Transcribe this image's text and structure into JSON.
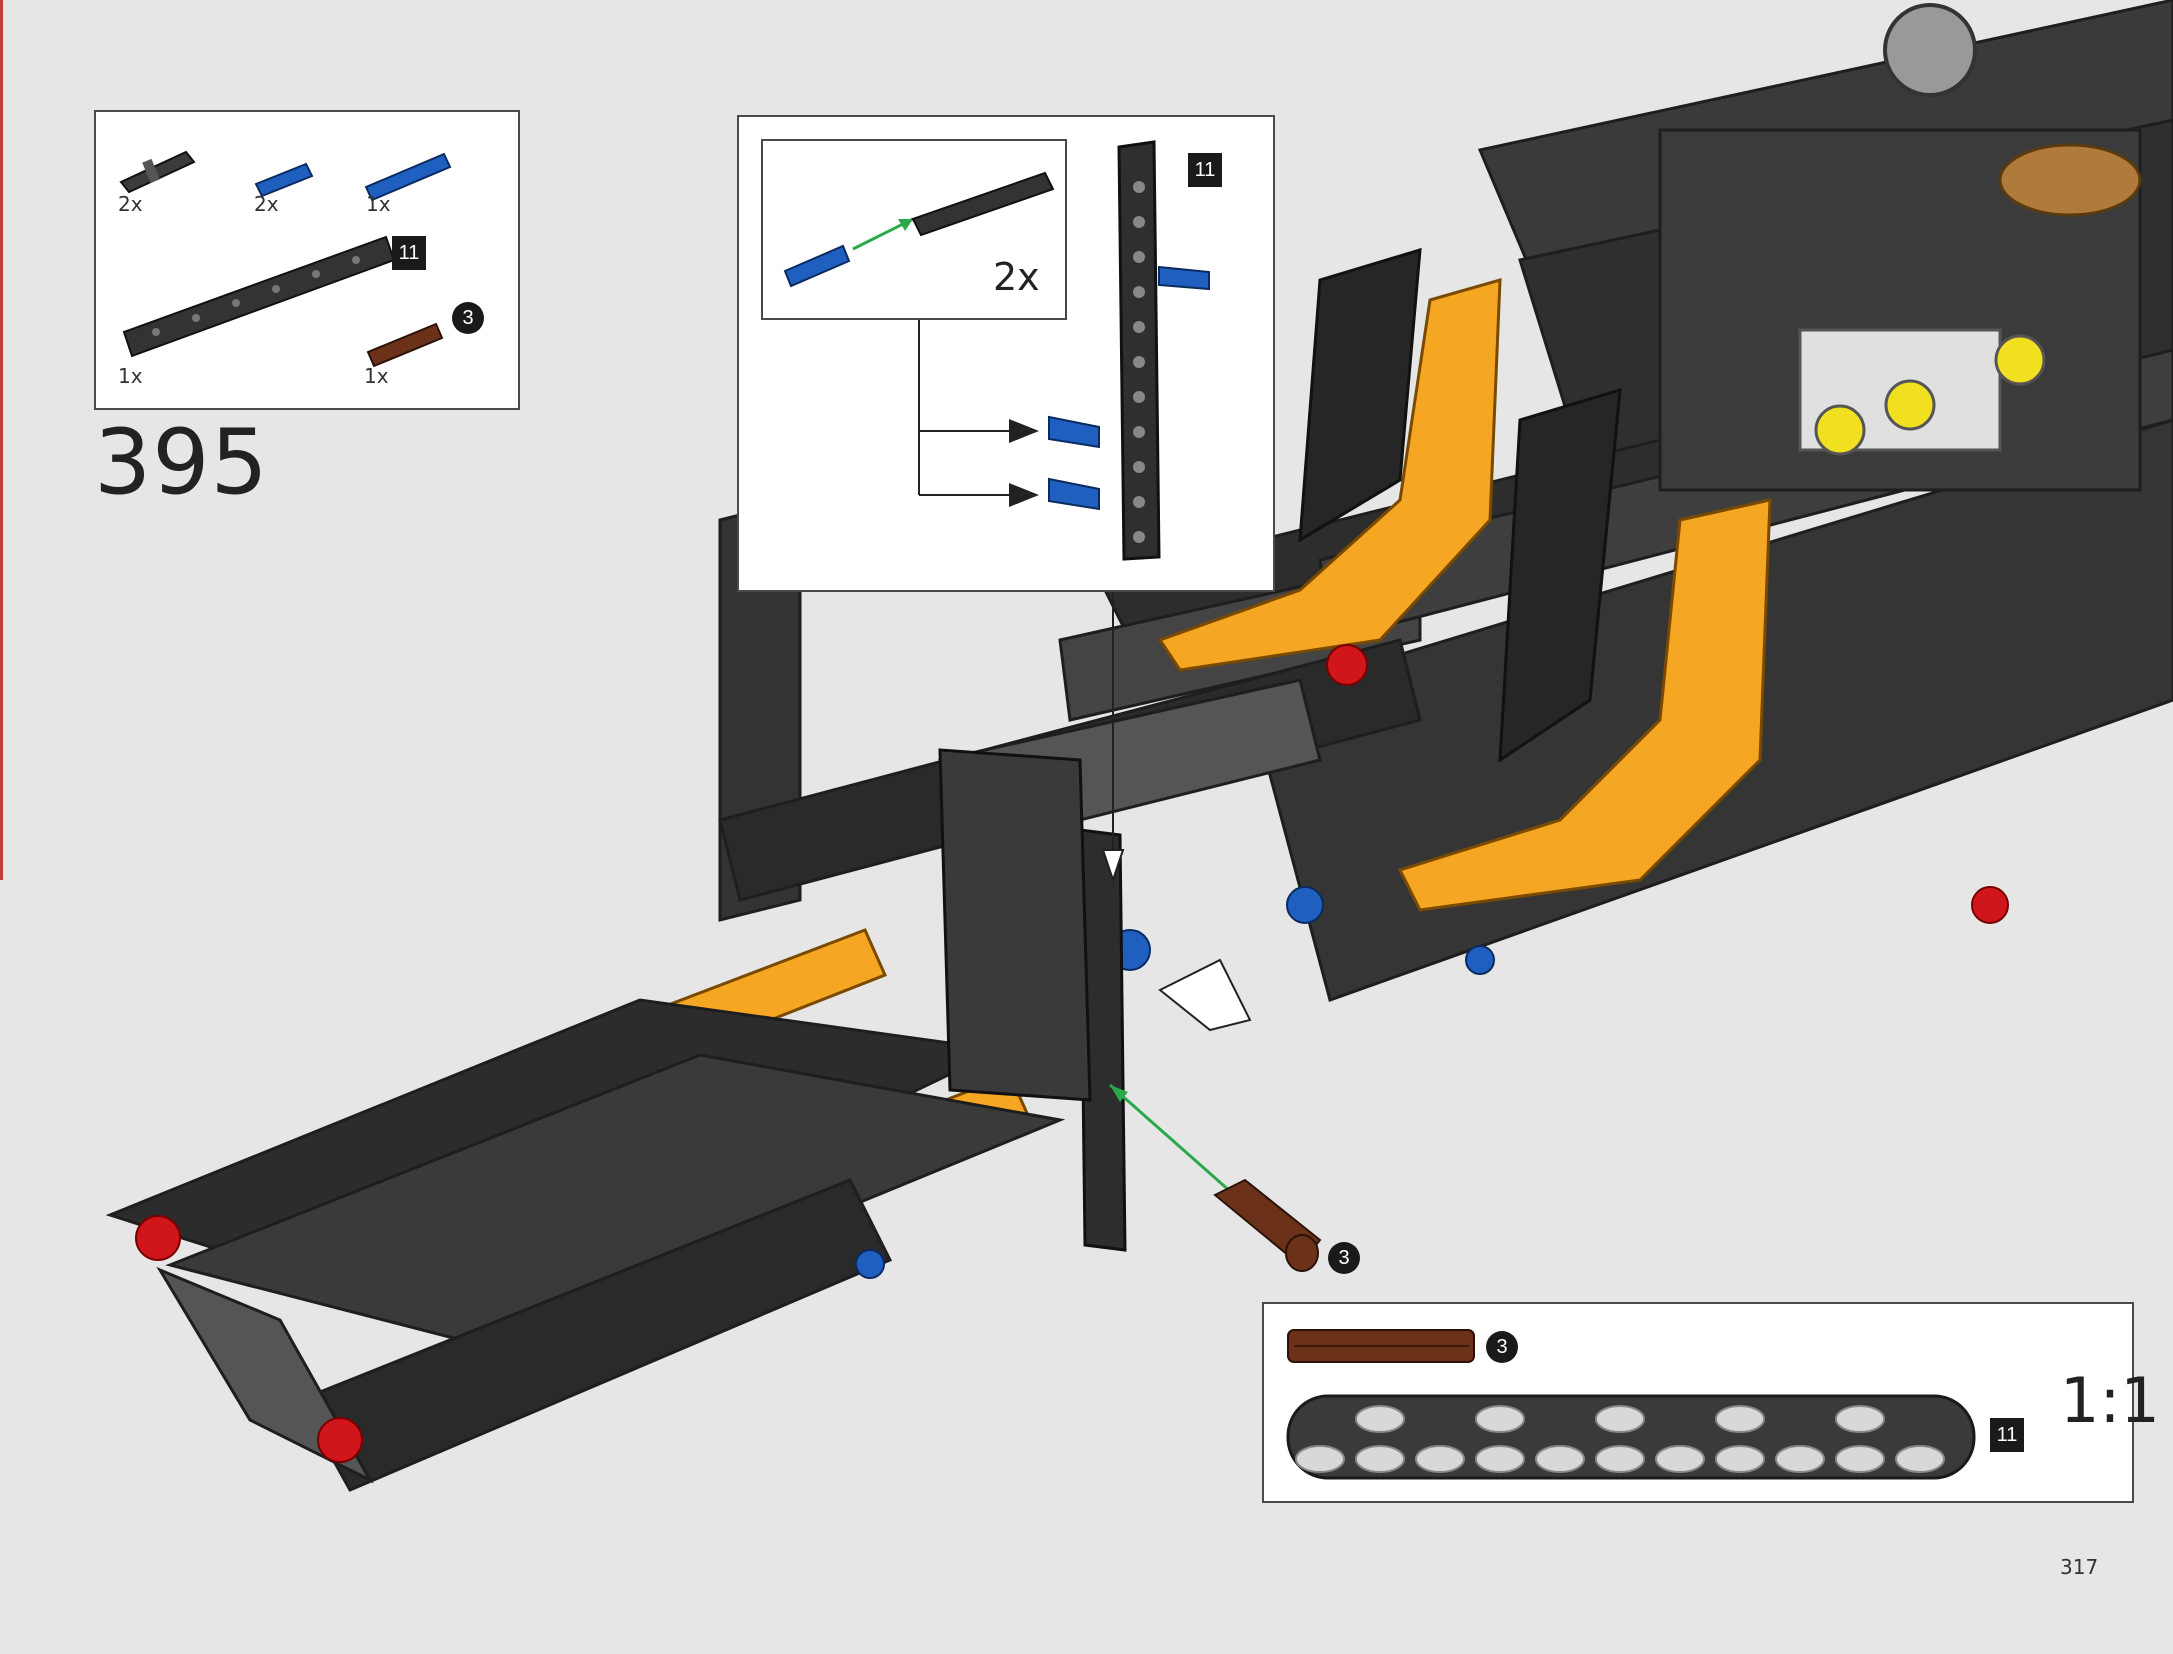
{
  "parts_list": {
    "items": [
      {
        "icon": "friction-axle-pin-icon",
        "qty": "2x",
        "color": "#3b3b3b"
      },
      {
        "icon": "axle-pin-blue-short-icon",
        "qty": "2x",
        "color": "#1f5fbf"
      },
      {
        "icon": "axle-pin-blue-long-icon",
        "qty": "1x",
        "color": "#1f5fbf"
      },
      {
        "icon": "liftarm-11-icon",
        "qty": "1x",
        "badge": "11",
        "color": "#333333"
      },
      {
        "icon": "axle-3-brown-icon",
        "qty": "1x",
        "badge": "3",
        "color": "#6b3219"
      }
    ]
  },
  "step": {
    "number": "395"
  },
  "subassembly": {
    "count": "2x",
    "badge": "11"
  },
  "callout": {
    "badge": "3"
  },
  "scale_box": {
    "ratio": "1:1",
    "axle_badge": "3",
    "liftarm_badge": "11"
  },
  "page": {
    "number": "317"
  },
  "colors": {
    "background": "#e6e6e6",
    "frame": "#2f2f2f",
    "yellow": "#f5a623",
    "blue": "#1f5fbf",
    "red": "#d0161b",
    "brown": "#6b3219",
    "green_arrow": "#2aa84a"
  }
}
